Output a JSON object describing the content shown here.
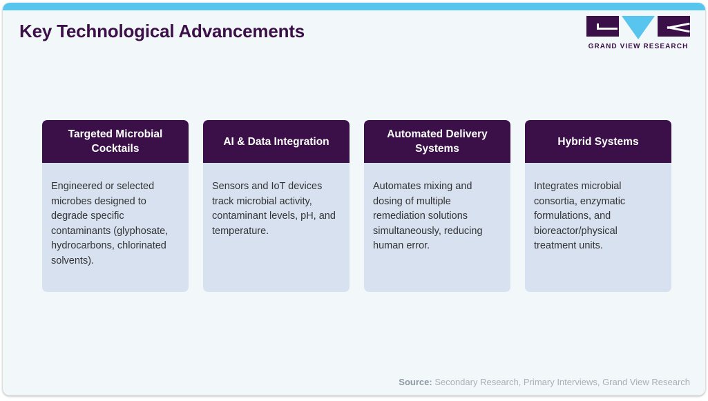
{
  "page": {
    "title": "Key Technological Advancements",
    "accent_color": "#57c5ee",
    "brand_color": "#3b1048",
    "background_color": "#f2f7fa",
    "card_body_color": "#d7e1f0"
  },
  "logo": {
    "wordmark": "GRAND VIEW RESEARCH",
    "letters": [
      "G",
      "V",
      "R"
    ]
  },
  "cards": [
    {
      "title": "Targeted Microbial Cocktails",
      "body": "Engineered or selected microbes designed to degrade specific contaminants (glyphosate, hydrocarbons, chlorinated solvents)."
    },
    {
      "title": "AI & Data Integration",
      "body": "Sensors and IoT devices track microbial activity, contaminant levels, pH, and temperature."
    },
    {
      "title": "Automated Delivery Systems",
      "body": "Automates mixing and dosing of multiple remediation solutions simultaneously, reducing human error."
    },
    {
      "title": "Hybrid Systems",
      "body": "Integrates microbial consortia, enzymatic formulations, and bioreactor/physical treatment units."
    }
  ],
  "footer": {
    "source_label": "Source:",
    "source_value": "Secondary Research, Primary Interviews, Grand View Research"
  }
}
